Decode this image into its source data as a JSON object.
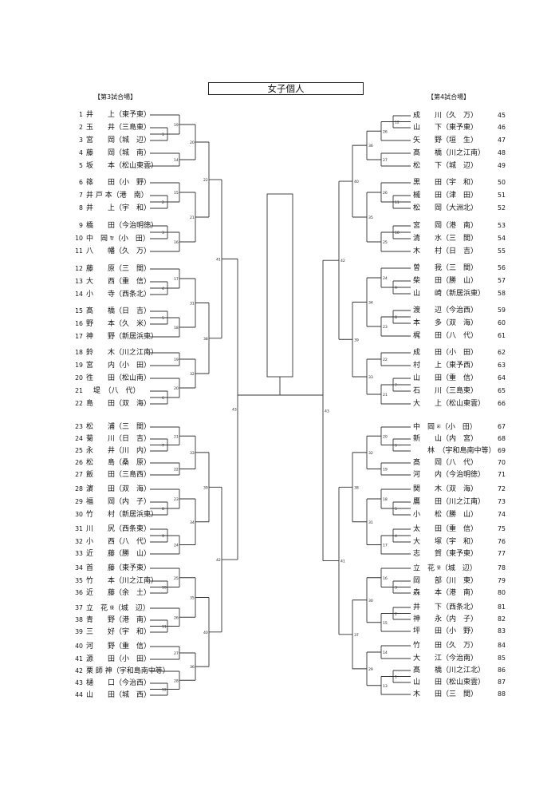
{
  "title": "女子個人",
  "left_venue": "【第3試合場】",
  "right_venue": "【第4試合場】",
  "left_entries": [
    {
      "no": "1",
      "name": "井　　上（東予東）"
    },
    {
      "no": "2",
      "name": "玉　　井（三島東）"
    },
    {
      "no": "3",
      "name": "宮　　岡（城　辺）"
    },
    {
      "no": "4",
      "name": "藤　　岡（城　南）"
    },
    {
      "no": "5",
      "name": "坂　　本（松山東雲）"
    },
    {
      "no": "6",
      "name": "篠　　田（小　野）"
    },
    {
      "no": "7",
      "name": "井 戸 本（港　南）"
    },
    {
      "no": "8",
      "name": "井　　上（宇　和）"
    },
    {
      "no": "9",
      "name": "橋　　田（今治明徳）"
    },
    {
      "no": "10",
      "name": "中　岡 <sub>智</sub>（小　田）"
    },
    {
      "no": "11",
      "name": "八　　幡（久　万）"
    },
    {
      "no": "12",
      "name": "藤　　原（三　間）"
    },
    {
      "no": "13",
      "name": "大　　西（重　信）"
    },
    {
      "no": "14",
      "name": "小　　寺（西条北）"
    },
    {
      "no": "15",
      "name": "髙　　橋（日　吉）"
    },
    {
      "no": "16",
      "name": "野　　本（久　米）"
    },
    {
      "no": "17",
      "name": "神　　野（新居浜東）"
    },
    {
      "no": "18",
      "name": "鈴　　木（川之江南）"
    },
    {
      "no": "19",
      "name": "宮　　内（小　田）"
    },
    {
      "no": "20",
      "name": "徃　　田（松山南）"
    },
    {
      "no": "21",
      "name": "　堤　（八　代）"
    },
    {
      "no": "22",
      "name": "島　　田（双　海）"
    },
    {
      "no": "23",
      "name": "松　　浦（三　間）"
    },
    {
      "no": "24",
      "name": "菊　　川（日　吉）"
    },
    {
      "no": "25",
      "name": "永　　井（川　内）"
    },
    {
      "no": "26",
      "name": "松　　島（桑　原）"
    },
    {
      "no": "27",
      "name": "飯　　田（三島西）"
    },
    {
      "no": "28",
      "name": "濵　　田（双　海）"
    },
    {
      "no": "29",
      "name": "福　　岡（内　子）"
    },
    {
      "no": "30",
      "name": "竹　　村（新居浜東）"
    },
    {
      "no": "31",
      "name": "川　　尻（西条東）"
    },
    {
      "no": "32",
      "name": "小　　西（八　代）"
    },
    {
      "no": "33",
      "name": "近　　藤（勝　山）"
    },
    {
      "no": "34",
      "name": "首　　藤（東予東）"
    },
    {
      "no": "35",
      "name": "竹　　本（川之江南）"
    },
    {
      "no": "36",
      "name": "近　　藤（余　土）"
    },
    {
      "no": "37",
      "name": "立　花 <sub>優</sub>（城　辺）"
    },
    {
      "no": "38",
      "name": "青　　野（港　南）"
    },
    {
      "no": "39",
      "name": "三　　好（宇　和）"
    },
    {
      "no": "40",
      "name": "河　　野（重　信）"
    },
    {
      "no": "41",
      "name": "源　　田（小　田）"
    },
    {
      "no": "42",
      "name": "栗 師 神（宇和島南中等）"
    },
    {
      "no": "43",
      "name": "樋　　口（今治西）"
    },
    {
      "no": "44",
      "name": "山　　田（城　西）"
    }
  ],
  "right_entries": [
    {
      "no": "45",
      "name": "成　　川（久　万）"
    },
    {
      "no": "46",
      "name": "山　　下（東予東）"
    },
    {
      "no": "47",
      "name": "矢　　野（垣　生）"
    },
    {
      "no": "48",
      "name": "髙　　橋（川之江南）"
    },
    {
      "no": "49",
      "name": "松　　下（城　辺）"
    },
    {
      "no": "50",
      "name": "黒　　田（宇　和）"
    },
    {
      "no": "51",
      "name": "槭　　田（津　田）"
    },
    {
      "no": "52",
      "name": "松　　岡（大洲北）"
    },
    {
      "no": "53",
      "name": "宮　　岡（港　南）"
    },
    {
      "no": "54",
      "name": "清　　水（三　間）"
    },
    {
      "no": "55",
      "name": "木　　村（日　吉）"
    },
    {
      "no": "56",
      "name": "曽　　我（三　間）"
    },
    {
      "no": "57",
      "name": "柴　　田（勝　山）"
    },
    {
      "no": "58",
      "name": "山　　崎（新居浜東）"
    },
    {
      "no": "59",
      "name": "渡　　辺（今治西）"
    },
    {
      "no": "60",
      "name": "本　　多（双　海）"
    },
    {
      "no": "61",
      "name": "梶　　田（八　代）"
    },
    {
      "no": "62",
      "name": "成　　田（小　田）"
    },
    {
      "no": "63",
      "name": "村　　上（東予西）"
    },
    {
      "no": "64",
      "name": "山　　田（重　信）"
    },
    {
      "no": "65",
      "name": "石　　川（三島東）"
    },
    {
      "no": "66",
      "name": "大　　上（松山東雲）"
    },
    {
      "no": "67",
      "name": "中　岡 <sub>彩</sub>（小　田）"
    },
    {
      "no": "68",
      "name": "新　　山（内　宮）"
    },
    {
      "no": "69",
      "name": "　　林　（宇和島南中等）"
    },
    {
      "no": "70",
      "name": "髙　　岡（八　代）"
    },
    {
      "no": "71",
      "name": "河　　内（今治明徳）"
    },
    {
      "no": "72",
      "name": "関　　木（双　海）"
    },
    {
      "no": "73",
      "name": "鷹　　田（川之江南）"
    },
    {
      "no": "74",
      "name": "小　　松（勝　山）"
    },
    {
      "no": "75",
      "name": "太　　田（重　信）"
    },
    {
      "no": "76",
      "name": "大　　塚（宇　和）"
    },
    {
      "no": "77",
      "name": "志　　賀（東予東）"
    },
    {
      "no": "78",
      "name": "立　花 <sub>晏</sub>（城　辺）"
    },
    {
      "no": "79",
      "name": "岡　　部（川　東）"
    },
    {
      "no": "80",
      "name": "森　　本（港　南）"
    },
    {
      "no": "81",
      "name": "井　　下（西条北）"
    },
    {
      "no": "82",
      "name": "神　　永（内　子）"
    },
    {
      "no": "83",
      "name": "坪　　田（小　野）"
    },
    {
      "no": "84",
      "name": "竹　　田（久　万）"
    },
    {
      "no": "85",
      "name": "大　　江（今治南）"
    },
    {
      "no": "86",
      "name": "髙　　橋（川之江北）"
    },
    {
      "no": "87",
      "name": "山　　田（松山東雲）"
    },
    {
      "no": "88",
      "name": "木　　田（三　間）"
    }
  ]
}
